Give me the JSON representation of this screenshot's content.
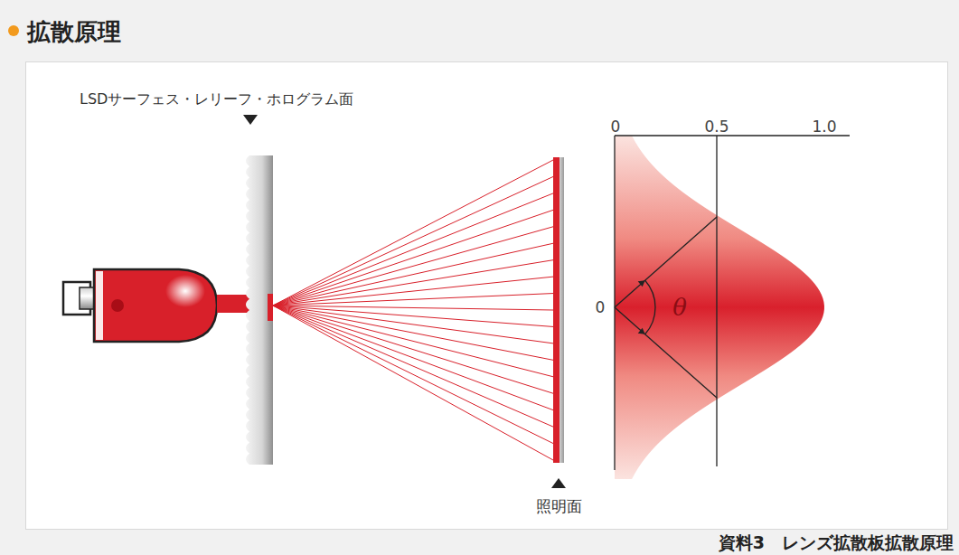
{
  "diagram": {
    "title": "拡散原理",
    "caption": "資料3　レンズ拡散板拡散原理",
    "labels": [
      "LSDサーフェス・レリーフ・ホログラム面",
      "照明面",
      "0",
      "0.5",
      "1.0",
      "0",
      "θ"
    ]
  }
}
